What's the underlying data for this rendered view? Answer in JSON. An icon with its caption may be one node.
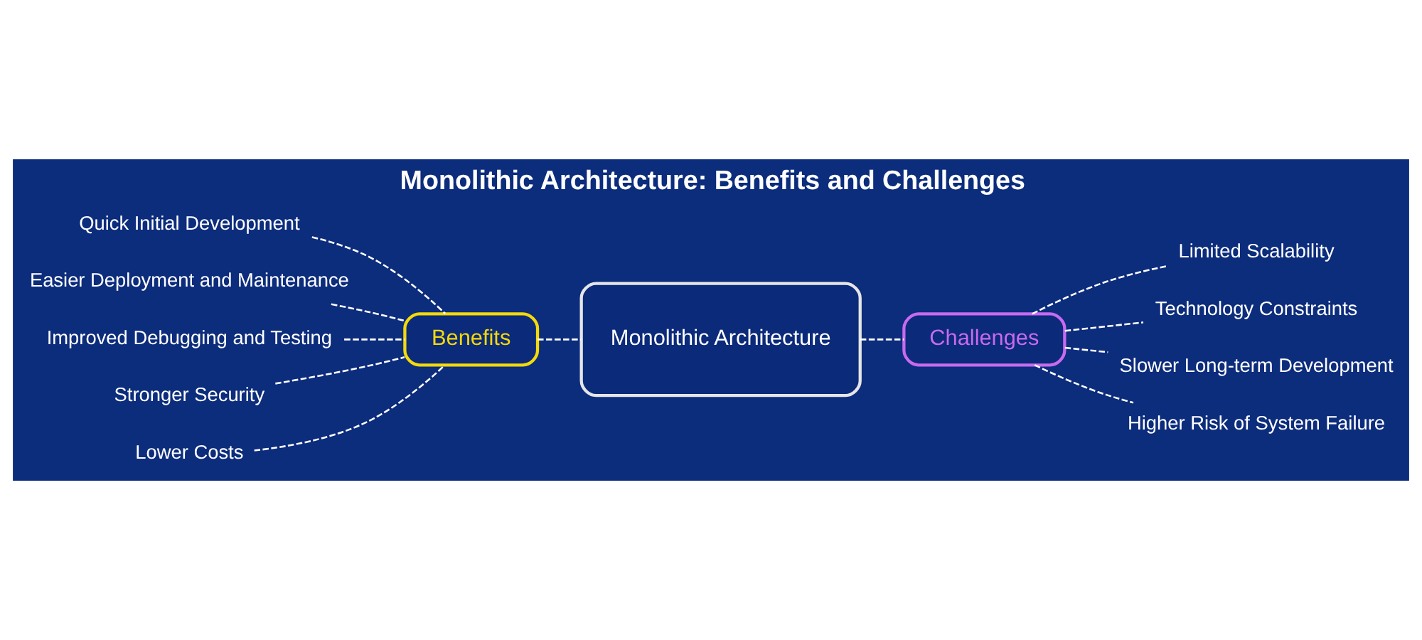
{
  "diagram": {
    "title": "Monolithic Architecture: Benefits and Challenges",
    "nodes": [
      {
        "text": [
          "Benefits"
        ]
      },
      {
        "text": [
          "Challenges"
        ]
      },
      {
        "text": [
          "Monolithic Architecture"
        ]
      },
      {
        "text": [
          "Quick Initial Development"
        ]
      },
      {
        "text": [
          "Easier Deployment and Maintenance"
        ]
      },
      {
        "text": [
          "Improved Debugging and Testing"
        ]
      },
      {
        "text": [
          "Stronger Security"
        ]
      },
      {
        "text": [
          "Lower Costs"
        ]
      },
      {
        "text": [
          "Limited Scalability"
        ]
      },
      {
        "text": [
          "Technology Constraints"
        ]
      },
      {
        "text": [
          "Slower Long-term Development"
        ]
      },
      {
        "text": [
          "Higher Risk of System Failure"
        ]
      }
    ],
    "edges": [
      {
        "from": 0,
        "to": 2,
        "arrow": "none",
        "style": "dashed"
      },
      {
        "from": 2,
        "to": 1,
        "arrow": "none",
        "style": "dashed"
      },
      {
        "from": 3,
        "to": 0,
        "arrow": "none",
        "style": "dashed"
      },
      {
        "from": 4,
        "to": 0,
        "arrow": "none",
        "style": "dashed"
      },
      {
        "from": 5,
        "to": 0,
        "arrow": "none",
        "style": "dashed"
      },
      {
        "from": 6,
        "to": 0,
        "arrow": "none",
        "style": "dashed"
      },
      {
        "from": 7,
        "to": 0,
        "arrow": "none",
        "style": "dashed"
      },
      {
        "from": 1,
        "to": 8,
        "arrow": "none",
        "style": "dashed"
      },
      {
        "from": 1,
        "to": 9,
        "arrow": "none",
        "style": "dashed"
      },
      {
        "from": 1,
        "to": 10,
        "arrow": "none",
        "style": "dashed"
      },
      {
        "from": 1,
        "to": 11,
        "arrow": "none",
        "style": "dashed"
      }
    ]
  }
}
